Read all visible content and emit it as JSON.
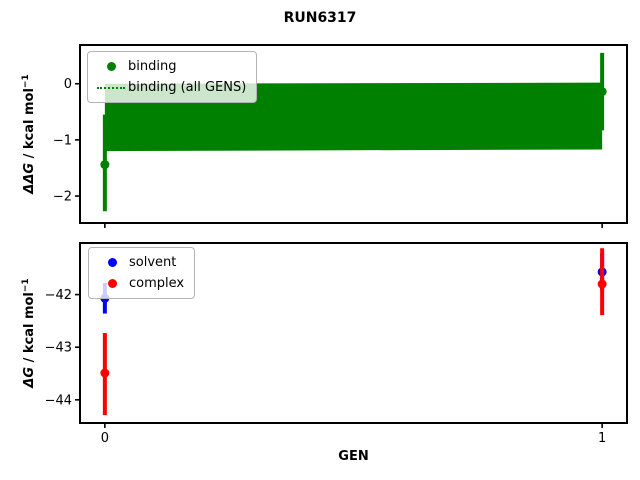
{
  "title": "RUN6317",
  "xlabel": "GEN",
  "colors": {
    "binding": "#008000",
    "solvent": "#0000ff",
    "complex": "#ff0000",
    "frame": "#000000"
  },
  "chart_data": [
    {
      "type": "scatter",
      "subplot": "top",
      "ylabel": {
        "math": "ΔΔG",
        "rest": " / kcal mol",
        "sup": "−1"
      },
      "ylim": [
        -2.48,
        0.69
      ],
      "xlim": [
        -0.05,
        1.05
      ],
      "yticks": [
        {
          "v": 0,
          "label": "0"
        },
        {
          "v": -1,
          "label": "−1"
        },
        {
          "v": -2,
          "label": "−2"
        }
      ],
      "xticks": [
        {
          "v": 0,
          "label": ""
        },
        {
          "v": 1,
          "label": ""
        }
      ],
      "band": {
        "name": "binding (all GENS) uncertainty band",
        "color": "#008000",
        "x": [
          0,
          1
        ],
        "top": [
          0.0,
          0.02
        ],
        "bottom": [
          -1.2,
          -1.17
        ]
      },
      "dotted_line": {
        "name": "binding (all GENS) mean",
        "color": "#008000",
        "y": -0.6
      },
      "series": [
        {
          "name": "binding",
          "color": "#008000",
          "points": [
            {
              "x": 0,
              "y": -1.44,
              "lo": -2.27,
              "hi": -0.55
            },
            {
              "x": 1,
              "y": -0.14,
              "lo": -0.83,
              "hi": 0.55
            }
          ]
        }
      ],
      "legend": [
        {
          "label": "binding",
          "marker": "dot",
          "color": "#008000"
        },
        {
          "label": "binding (all GENS)",
          "marker": "dotted-line",
          "color": "#008000"
        }
      ]
    },
    {
      "type": "scatter",
      "subplot": "bottom",
      "ylabel": {
        "math": "ΔG",
        "rest": " / kcal mol",
        "sup": "−1"
      },
      "xlabel": "GEN",
      "ylim": [
        -44.44,
        -41.02
      ],
      "xlim": [
        -0.05,
        1.05
      ],
      "yticks": [
        {
          "v": -42,
          "label": "−42"
        },
        {
          "v": -43,
          "label": "−43"
        },
        {
          "v": -44,
          "label": "−44"
        }
      ],
      "xticks": [
        {
          "v": 0,
          "label": "0"
        },
        {
          "v": 1,
          "label": "1"
        }
      ],
      "series": [
        {
          "name": "solvent",
          "color": "#0000ff",
          "points": [
            {
              "x": 0,
              "y": -42.07,
              "lo": -42.36,
              "hi": -41.78
            },
            {
              "x": 1,
              "y": -41.57,
              "lo": -41.93,
              "hi": -41.21
            }
          ]
        },
        {
          "name": "complex",
          "color": "#ff0000",
          "points": [
            {
              "x": 0,
              "y": -43.49,
              "lo": -44.29,
              "hi": -42.73
            },
            {
              "x": 1,
              "y": -41.8,
              "lo": -42.39,
              "hi": -41.12
            }
          ]
        }
      ],
      "legend": [
        {
          "label": "solvent",
          "marker": "dot",
          "color": "#0000ff"
        },
        {
          "label": "complex",
          "marker": "dot",
          "color": "#ff0000"
        }
      ]
    }
  ]
}
